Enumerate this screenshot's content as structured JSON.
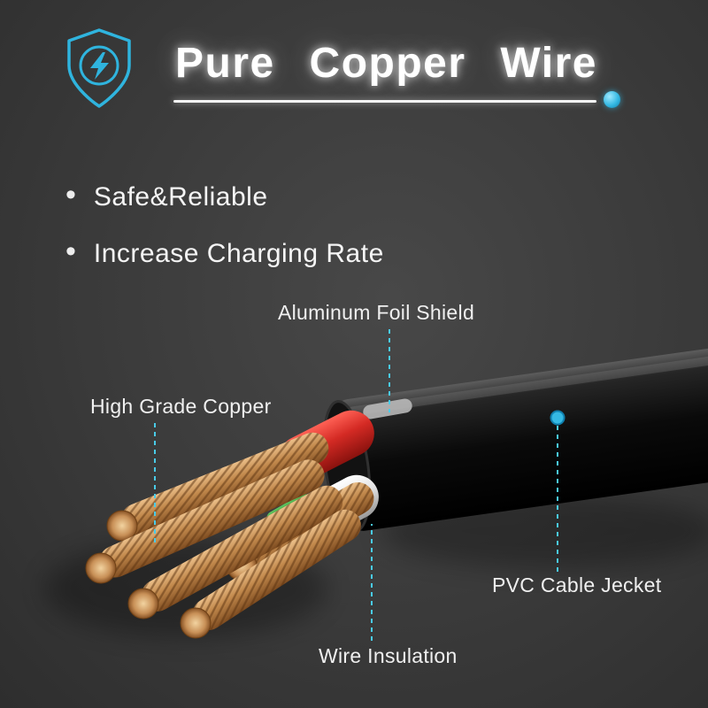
{
  "page": {
    "background": "#3a3a3a",
    "accent_color": "#35b9e4",
    "accent_line_color": "#49cbe8",
    "bullet_glyph": "•"
  },
  "header": {
    "title": "Pure Copper Wire",
    "icon": "shield-lightning"
  },
  "features": [
    {
      "text": "Safe&Reliable"
    },
    {
      "text": "Increase Charging Rate"
    }
  ],
  "callouts": {
    "aluminum_foil": {
      "label": "Aluminum Foil Shield"
    },
    "high_grade_copper": {
      "label": "High Grade Copper"
    },
    "pvc_jacket": {
      "label": "PVC Cable Jecket"
    },
    "wire_insulation": {
      "label": "Wire Insulation"
    }
  },
  "cable": {
    "jacket_color": "#0b0b0b",
    "red_wire_color": "#d42a24",
    "white_wire_color": "#e8e8e8",
    "green_wire_color": "#2e8b2e",
    "copper_color": "#c2894c",
    "foil_color": "#b8b8b8"
  }
}
